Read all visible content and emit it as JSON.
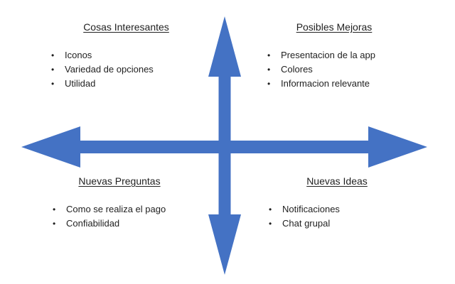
{
  "diagram": {
    "arrow_color": "#4472C4",
    "bullet_glyph": "•",
    "quadrants": [
      {
        "position": "top-left",
        "title": "Cosas Interesantes",
        "items": [
          "Iconos",
          "Variedad de opciones",
          "Utilidad"
        ]
      },
      {
        "position": "top-right",
        "title": "Posibles Mejoras",
        "items": [
          "Presentacion de la app",
          "Colores",
          "Informacion relevante"
        ]
      },
      {
        "position": "bottom-left",
        "title": "Nuevas Preguntas",
        "items": [
          "Como se realiza el pago",
          "Confiabilidad"
        ]
      },
      {
        "position": "bottom-right",
        "title": "Nuevas Ideas",
        "items": [
          "Notificaciones",
          "Chat grupal"
        ]
      }
    ]
  }
}
